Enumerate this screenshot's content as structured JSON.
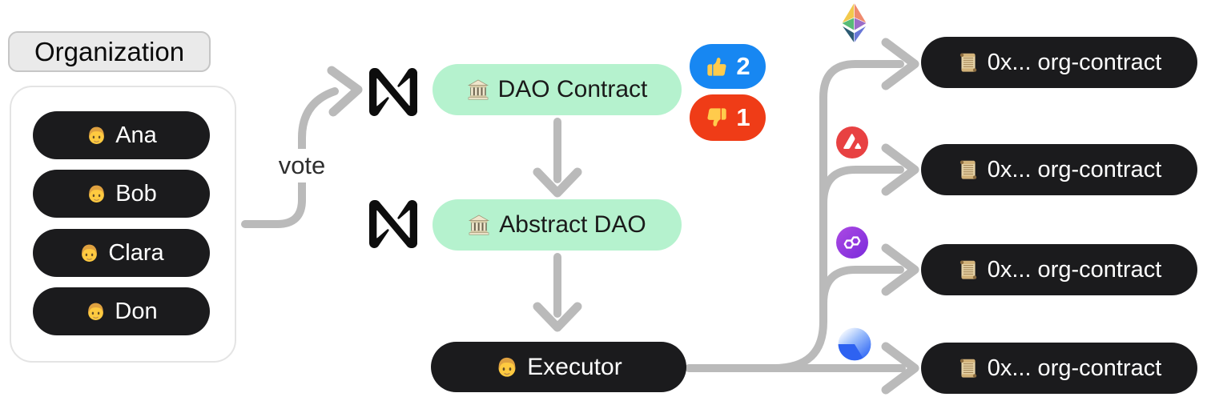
{
  "organization": {
    "title": "Organization",
    "members": [
      {
        "icon": "person-emoji",
        "name": "Ana"
      },
      {
        "icon": "person-emoji",
        "name": "Bob"
      },
      {
        "icon": "person-emoji",
        "name": "Clara"
      },
      {
        "icon": "person-emoji",
        "name": "Don"
      }
    ]
  },
  "vote": {
    "label": "vote"
  },
  "pipeline": {
    "dao_contract": {
      "platform_icon": "near-logo",
      "icon": "classical-building-emoji",
      "label": "DAO Contract"
    },
    "abstract_dao": {
      "platform_icon": "near-logo",
      "icon": "classical-building-emoji",
      "label": "Abstract DAO"
    },
    "executor": {
      "icon": "person-emoji",
      "label": "Executor"
    }
  },
  "votes": {
    "up": {
      "icon": "thumbs-up-emoji",
      "count": "2",
      "color": "#1787F2"
    },
    "down": {
      "icon": "thumbs-down-emoji",
      "count": "1",
      "color": "#EF3C17"
    }
  },
  "contracts": [
    {
      "chain_icon": "ethereum-logo",
      "icon": "scroll-emoji",
      "label": "0x... org-contract"
    },
    {
      "chain_icon": "avalanche-logo",
      "icon": "scroll-emoji",
      "label": "0x... org-contract"
    },
    {
      "chain_icon": "polygon-logo",
      "icon": "scroll-emoji",
      "label": "0x... org-contract"
    },
    {
      "chain_icon": "blue-sphere-logo",
      "icon": "scroll-emoji",
      "label": "0x... org-contract"
    }
  ],
  "icons": {
    "person-emoji": "🧑",
    "classical-building-emoji": "🏛️",
    "thumbs-up-emoji": "👍",
    "thumbs-down-emoji": "👎",
    "scroll-emoji": "📜"
  },
  "colors": {
    "pill_dark": "#1B1B1D",
    "pill_green": "#B5F2CE",
    "badge_up_blue": "#1787F2",
    "badge_down_red": "#EF3C17",
    "connector_gray": "#BABABA",
    "avalanche_red": "#E84142",
    "polygon_purple": "#8B3DD9",
    "org_label_gray": "#EAEAEA"
  }
}
